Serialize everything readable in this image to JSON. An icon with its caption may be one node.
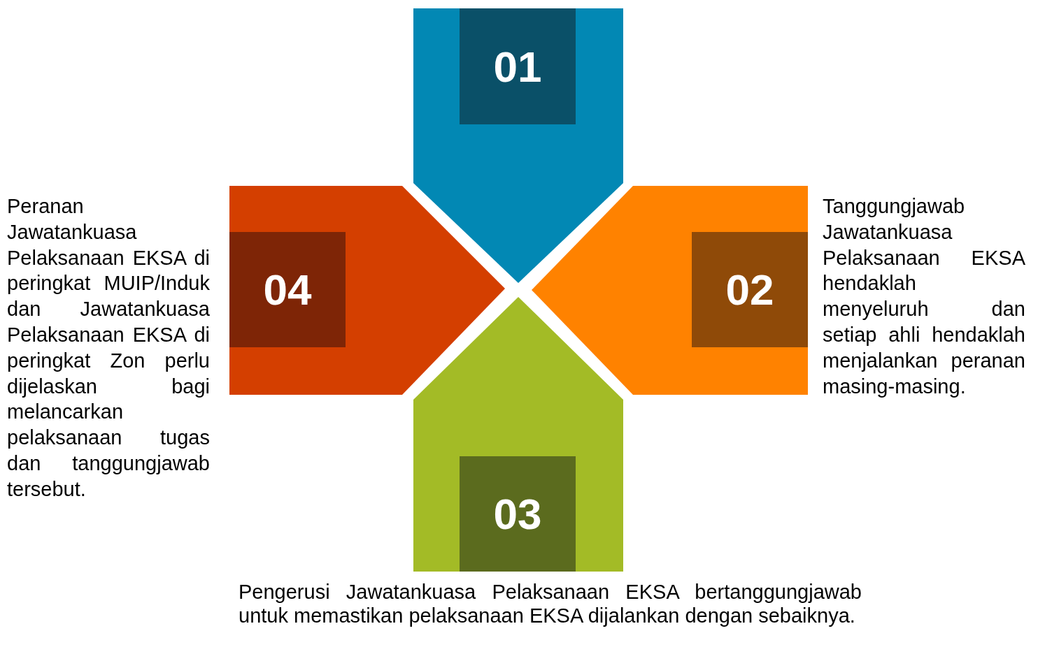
{
  "diagram": {
    "nodes": [
      {
        "text": [
          "01"
        ]
      },
      {
        "text": [
          "02"
        ],
        "beside": [
          "Tanggungjawab Jawatankuasa Pelaksanaan EKSA hendaklah menyeluruh dan setiap ahli hendaklah menjalankan peranan masing-masing."
        ]
      },
      {
        "text": [
          "03"
        ],
        "beside": [
          "Pengerusi Jawatankuasa Pelaksanaan EKSA bertanggungjawab untuk memastikan pelaksanaan EKSA dijalankan dengan sebaiknya."
        ]
      },
      {
        "text": [
          "04"
        ],
        "beside": [
          "Peranan Jawatankuasa Pelaksanaan EKSA di peringkat MUIP/Induk dan Jawatankuasa Pelaksanaan EKSA di peringkat Zon perlu dijelaskan bagi melancarkan pelaksanaan tugas dan tanggungjawab tersebut."
        ]
      }
    ],
    "edges": []
  }
}
